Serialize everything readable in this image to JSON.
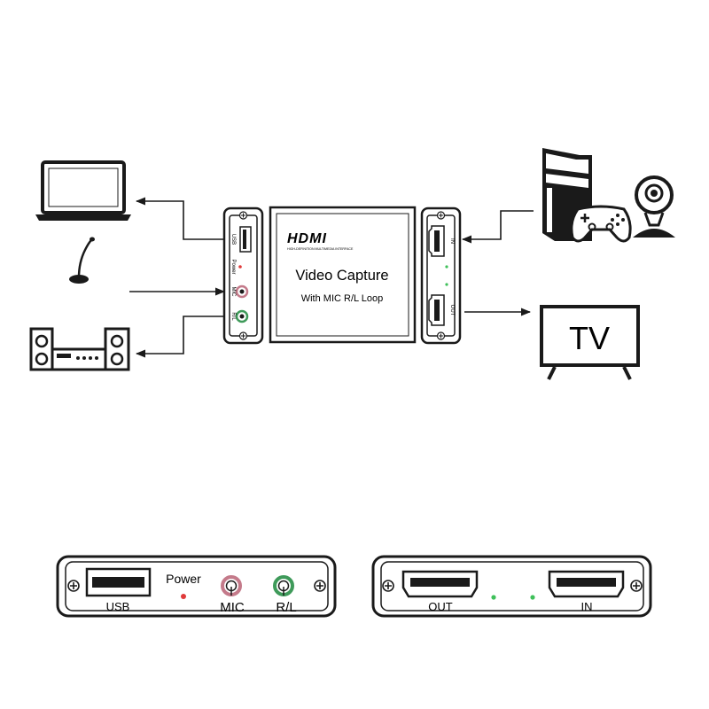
{
  "device": {
    "brand": "HDMI",
    "brand_tagline": "HIGH-DEFINITION MULTIMEDIA INTERFACE",
    "title": "Video Capture",
    "subtitle": "With MIC R/L Loop"
  },
  "side_panel_left": {
    "usb_label": "USB",
    "power_label": "Power",
    "mic_label": "MIC",
    "rl_label": "R/L"
  },
  "side_panel_right": {
    "in_label": "IN",
    "out_label": "OUT"
  },
  "tv": {
    "label": "TV"
  },
  "front_panel": {
    "usb_label": "USB",
    "power_label": "Power",
    "mic_label": "MIC",
    "rl_label": "R/L"
  },
  "back_panel": {
    "out_label": "OUT",
    "in_label": "IN"
  },
  "colors": {
    "line": "#1a1a1a",
    "device_gray": "#6b6f73",
    "power_led": "#e03a3a",
    "mic_ring": "#c47a8a",
    "rl_ring": "#3f9a5a",
    "status_led": "#3fc05a"
  },
  "icons": [
    "laptop-icon",
    "microphone-icon",
    "stereo-icon",
    "game-console-icon",
    "gamepad-icon",
    "webcam-icon",
    "tv-icon",
    "arrow-icon",
    "screw-icon"
  ]
}
